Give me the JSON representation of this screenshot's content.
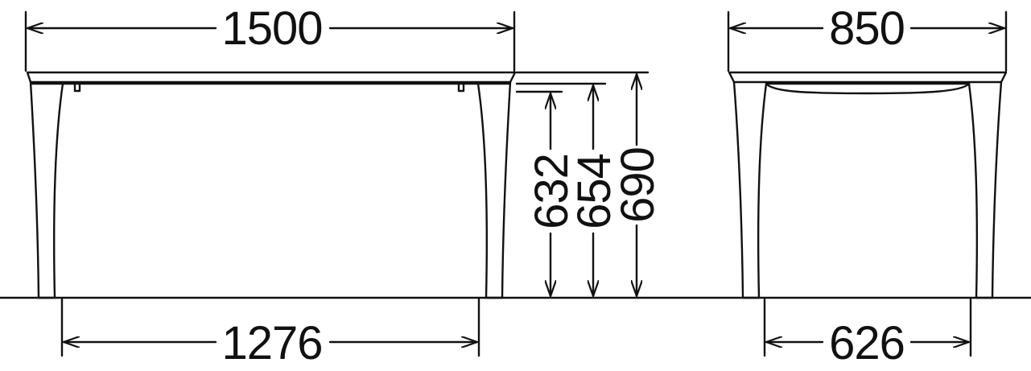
{
  "dimensions": {
    "front_width": "1500",
    "leg_span_front": "1276",
    "height_under_apron": "632",
    "height_under_top": "654",
    "total_height": "690",
    "side_depth": "850",
    "leg_span_side": "626"
  },
  "colors": {
    "line": "#111111",
    "background": "#ffffff"
  }
}
